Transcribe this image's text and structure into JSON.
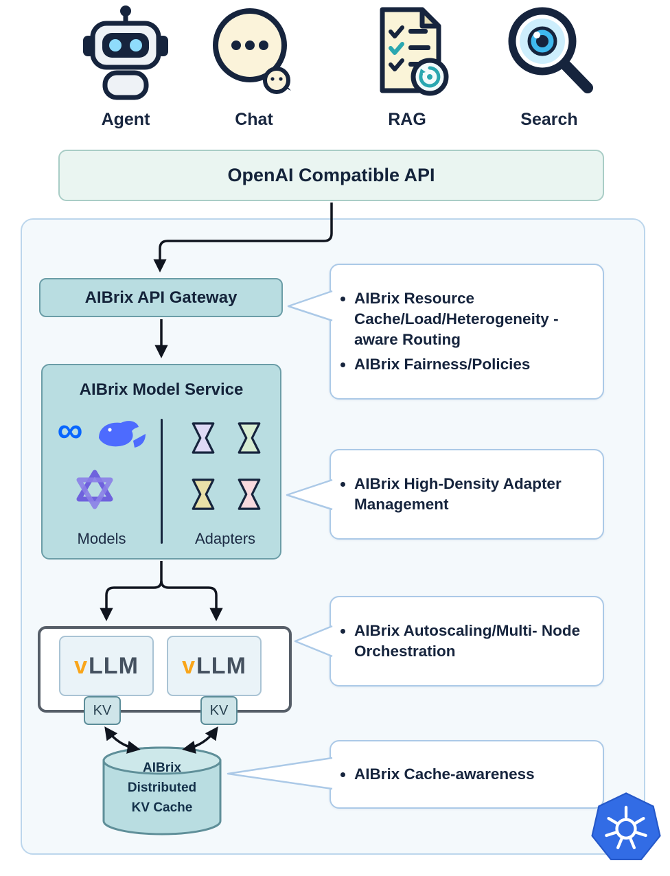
{
  "clients": {
    "agent": "Agent",
    "chat": "Chat",
    "rag": "RAG",
    "search": "Search"
  },
  "api": {
    "label": "OpenAI Compatible API"
  },
  "gateway": {
    "label": "AIBrix API Gateway"
  },
  "model_service": {
    "title": "AIBrix Model Service",
    "models_label": "Models",
    "adapters_label": "Adapters"
  },
  "vllm": {
    "v": "v",
    "label": "LLM",
    "kv_label": "KV"
  },
  "kv_cache": {
    "line1": "AIBrix",
    "line2": "Distributed",
    "line3": "KV Cache"
  },
  "callouts": {
    "routing": {
      "bullet1": "AIBrix Resource Cache/Load/Heterogeneity -aware Routing",
      "bullet2": "AIBrix Fairness/Policies"
    },
    "adapter": {
      "bullet1": "AIBrix High-Density Adapter Management"
    },
    "autoscaling": {
      "bullet1": "AIBrix Autoscaling/Multi- Node Orchestration"
    },
    "cache": {
      "bullet1": "AIBrix Cache-awareness"
    }
  },
  "colors": {
    "teal_box": "#b9dde1",
    "teal_border": "#6b9da7",
    "mint_bar": "#eaf5f1",
    "panel_bg": "#f4f9fc",
    "panel_border": "#bcd6ec",
    "callout_border": "#abc9e7",
    "text_dark": "#16243d",
    "kubernetes_blue": "#326ce5",
    "meta_blue": "#0866ff",
    "deepseek_blue": "#4d6bfe",
    "vllm_yellow": "#f9a51a"
  }
}
